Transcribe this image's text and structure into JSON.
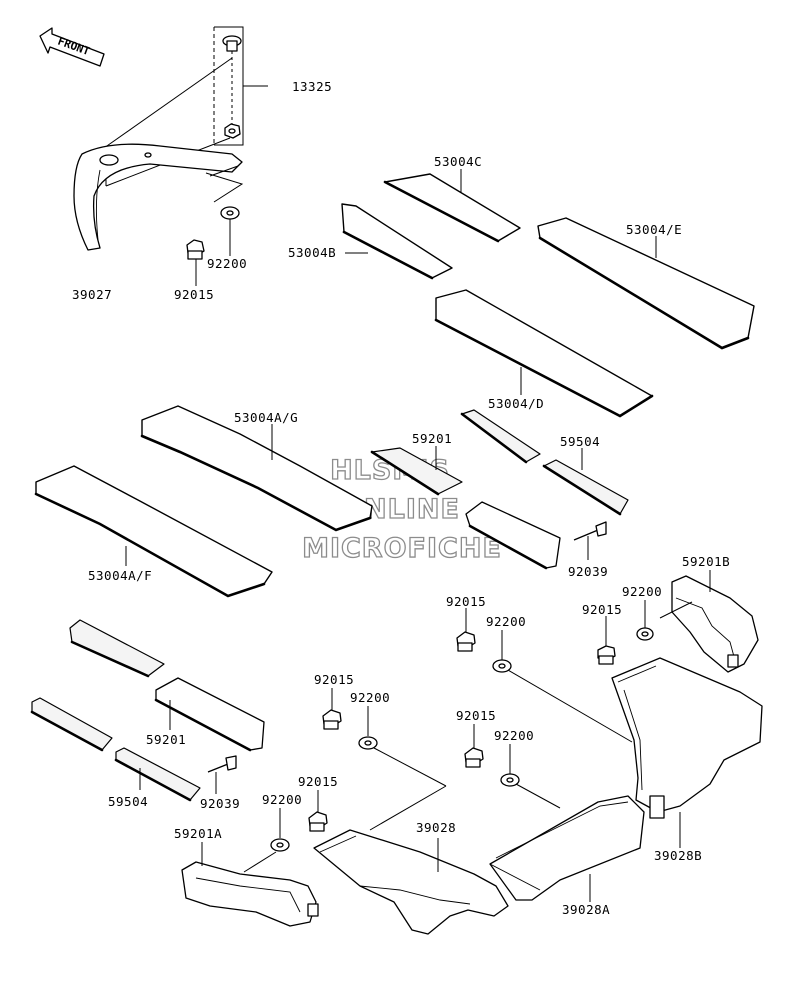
{
  "direction_arrow": {
    "label": "FRONT"
  },
  "watermark": {
    "lines": [
      "HLSM'S",
      "ONLINE",
      "MICROFICHE"
    ]
  },
  "parts": {
    "p13325": "13325",
    "p39027": "39027",
    "p92015_top": "92015",
    "p92200_top": "92200",
    "p53004C": "53004C",
    "p53004B": "53004B",
    "p53004E": "53004/E",
    "p53004D": "53004/D",
    "p53004AG": "53004A/G",
    "p53004AF": "53004A/F",
    "p59201_center": "59201",
    "p59504_center": "59504",
    "p92039_center": "92039",
    "p59201B": "59201B",
    "p92200_r1": "92200",
    "p92015_r1": "92015",
    "p92015_c1": "92015",
    "p92200_c1": "92200",
    "p92015_l1": "92015",
    "p92200_l1": "92200",
    "p92015_c2": "92015",
    "p92200_c2": "92200",
    "p92015_l2": "92015",
    "p92200_l2": "92200",
    "p59201_left": "59201",
    "p59504_left": "59504",
    "p92039_left": "92039",
    "p59201A": "59201A",
    "p39028": "39028",
    "p39028A": "39028A",
    "p39028B": "39028B"
  }
}
